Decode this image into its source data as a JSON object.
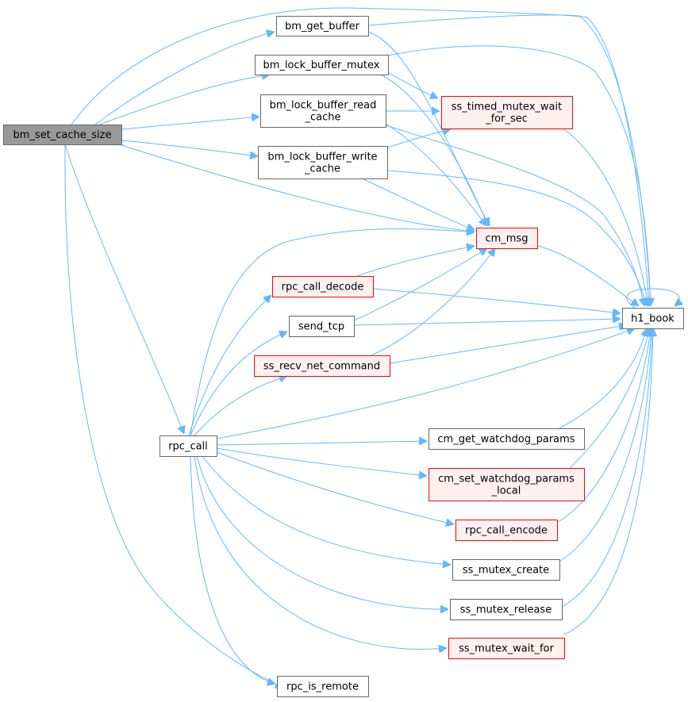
{
  "colors": {
    "edge": "#63b8ff",
    "node_border": "#666666",
    "node_fill": "#ffffff",
    "focus_fill": "#999999",
    "focus_border": "#666666",
    "external_fill": "#fff0f0",
    "external_border": "#ff0000"
  },
  "nodes": [
    {
      "id": "bm_set_cache_size",
      "lines": [
        "bm_set_cache_size"
      ],
      "style": "focus"
    },
    {
      "id": "bm_get_buffer",
      "lines": [
        "bm_get_buffer"
      ],
      "style": "normal"
    },
    {
      "id": "bm_lock_buffer_mutex",
      "lines": [
        "bm_lock_buffer_mutex"
      ],
      "style": "normal"
    },
    {
      "id": "bm_lock_buffer_read_cache",
      "lines": [
        "bm_lock_buffer_read",
        "_cache"
      ],
      "style": "normal"
    },
    {
      "id": "bm_lock_buffer_write_cache",
      "lines": [
        "bm_lock_buffer_write",
        "_cache"
      ],
      "style": "normal"
    },
    {
      "id": "ss_timed_mutex_wait_for_sec",
      "lines": [
        "ss_timed_mutex_wait",
        "_for_sec"
      ],
      "style": "external"
    },
    {
      "id": "cm_msg",
      "lines": [
        "cm_msg"
      ],
      "style": "external"
    },
    {
      "id": "h1_book",
      "lines": [
        "h1_book"
      ],
      "style": "normal"
    },
    {
      "id": "rpc_call_decode",
      "lines": [
        "rpc_call_decode"
      ],
      "style": "external"
    },
    {
      "id": "send_tcp",
      "lines": [
        "send_tcp"
      ],
      "style": "normal"
    },
    {
      "id": "ss_recv_net_command",
      "lines": [
        "ss_recv_net_command"
      ],
      "style": "external"
    },
    {
      "id": "rpc_call",
      "lines": [
        "rpc_call"
      ],
      "style": "normal"
    },
    {
      "id": "cm_get_watchdog_params",
      "lines": [
        "cm_get_watchdog_params"
      ],
      "style": "normal"
    },
    {
      "id": "cm_set_watchdog_params_local",
      "lines": [
        "cm_set_watchdog_params",
        "_local"
      ],
      "style": "external"
    },
    {
      "id": "rpc_call_encode",
      "lines": [
        "rpc_call_encode"
      ],
      "style": "external"
    },
    {
      "id": "ss_mutex_create",
      "lines": [
        "ss_mutex_create"
      ],
      "style": "normal"
    },
    {
      "id": "ss_mutex_release",
      "lines": [
        "ss_mutex_release"
      ],
      "style": "normal"
    },
    {
      "id": "ss_mutex_wait_for",
      "lines": [
        "ss_mutex_wait_for"
      ],
      "style": "external"
    },
    {
      "id": "rpc_is_remote",
      "lines": [
        "rpc_is_remote"
      ],
      "style": "normal"
    }
  ],
  "edges": [
    {
      "from": "bm_set_cache_size",
      "to": "bm_get_buffer"
    },
    {
      "from": "bm_set_cache_size",
      "to": "bm_lock_buffer_mutex"
    },
    {
      "from": "bm_set_cache_size",
      "to": "bm_lock_buffer_read_cache"
    },
    {
      "from": "bm_set_cache_size",
      "to": "bm_lock_buffer_write_cache"
    },
    {
      "from": "bm_set_cache_size",
      "to": "cm_msg"
    },
    {
      "from": "bm_set_cache_size",
      "to": "h1_book"
    },
    {
      "from": "bm_set_cache_size",
      "to": "rpc_call"
    },
    {
      "from": "bm_set_cache_size",
      "to": "rpc_is_remote"
    },
    {
      "from": "bm_get_buffer",
      "to": "cm_msg"
    },
    {
      "from": "bm_get_buffer",
      "to": "h1_book"
    },
    {
      "from": "bm_lock_buffer_mutex",
      "to": "cm_msg"
    },
    {
      "from": "bm_lock_buffer_mutex",
      "to": "h1_book"
    },
    {
      "from": "bm_lock_buffer_mutex",
      "to": "ss_timed_mutex_wait_for_sec"
    },
    {
      "from": "bm_lock_buffer_read_cache",
      "to": "cm_msg"
    },
    {
      "from": "bm_lock_buffer_read_cache",
      "to": "h1_book"
    },
    {
      "from": "bm_lock_buffer_read_cache",
      "to": "ss_timed_mutex_wait_for_sec"
    },
    {
      "from": "bm_lock_buffer_write_cache",
      "to": "cm_msg"
    },
    {
      "from": "bm_lock_buffer_write_cache",
      "to": "h1_book"
    },
    {
      "from": "bm_lock_buffer_write_cache",
      "to": "ss_timed_mutex_wait_for_sec"
    },
    {
      "from": "ss_timed_mutex_wait_for_sec",
      "to": "h1_book"
    },
    {
      "from": "cm_msg",
      "to": "h1_book"
    },
    {
      "from": "h1_book",
      "to": "h1_book"
    },
    {
      "from": "rpc_call",
      "to": "cm_msg"
    },
    {
      "from": "rpc_call",
      "to": "rpc_call_decode"
    },
    {
      "from": "rpc_call",
      "to": "send_tcp"
    },
    {
      "from": "rpc_call",
      "to": "ss_recv_net_command"
    },
    {
      "from": "rpc_call",
      "to": "h1_book"
    },
    {
      "from": "rpc_call",
      "to": "cm_get_watchdog_params"
    },
    {
      "from": "rpc_call",
      "to": "cm_set_watchdog_params_local"
    },
    {
      "from": "rpc_call",
      "to": "rpc_call_encode"
    },
    {
      "from": "rpc_call",
      "to": "ss_mutex_create"
    },
    {
      "from": "rpc_call",
      "to": "ss_mutex_release"
    },
    {
      "from": "rpc_call",
      "to": "ss_mutex_wait_for"
    },
    {
      "from": "rpc_call",
      "to": "rpc_is_remote"
    },
    {
      "from": "rpc_call_decode",
      "to": "cm_msg"
    },
    {
      "from": "rpc_call_decode",
      "to": "h1_book"
    },
    {
      "from": "send_tcp",
      "to": "cm_msg"
    },
    {
      "from": "send_tcp",
      "to": "h1_book"
    },
    {
      "from": "ss_recv_net_command",
      "to": "cm_msg"
    },
    {
      "from": "ss_recv_net_command",
      "to": "h1_book"
    },
    {
      "from": "cm_get_watchdog_params",
      "to": "h1_book"
    },
    {
      "from": "cm_set_watchdog_params_local",
      "to": "h1_book"
    },
    {
      "from": "rpc_call_encode",
      "to": "h1_book"
    },
    {
      "from": "ss_mutex_create",
      "to": "h1_book"
    },
    {
      "from": "ss_mutex_release",
      "to": "h1_book"
    },
    {
      "from": "ss_mutex_wait_for",
      "to": "h1_book"
    }
  ]
}
